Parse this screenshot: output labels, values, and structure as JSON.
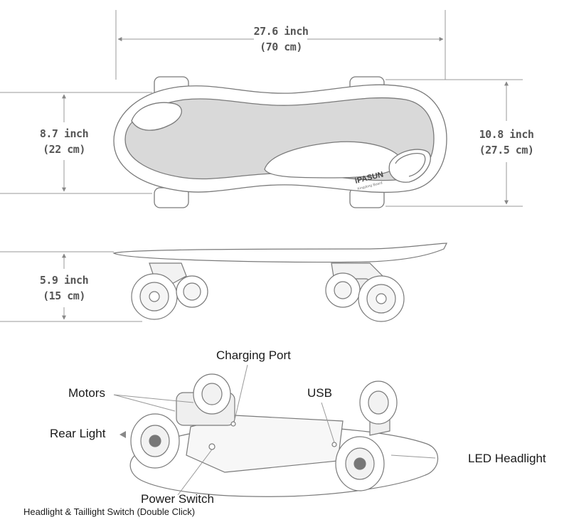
{
  "dimensions": {
    "length": {
      "imperial": "27.6 inch",
      "metric": "(70 cm)"
    },
    "nose_width": {
      "imperial": "8.7 inch",
      "metric": "(22 cm)"
    },
    "tail_width": {
      "imperial": "10.8 inch",
      "metric": "(27.5 cm)"
    },
    "height": {
      "imperial": "5.9 inch",
      "metric": "(15 cm)"
    }
  },
  "brand": {
    "name": "iPASUN",
    "tagline": "Kingdong Board"
  },
  "callouts": {
    "charging_port": "Charging Port",
    "motors": "Motors",
    "usb": "USB",
    "rear_light": "Rear Light",
    "led_headlight": "LED Headlight",
    "power_switch": "Power Switch",
    "power_switch_note": "Headlight & Taillight Switch (Double Click)"
  },
  "colors": {
    "line": "#7a7a7a",
    "grip": "#d9d9d9",
    "dim_text": "#555555",
    "label_text": "#1a1a1a"
  }
}
